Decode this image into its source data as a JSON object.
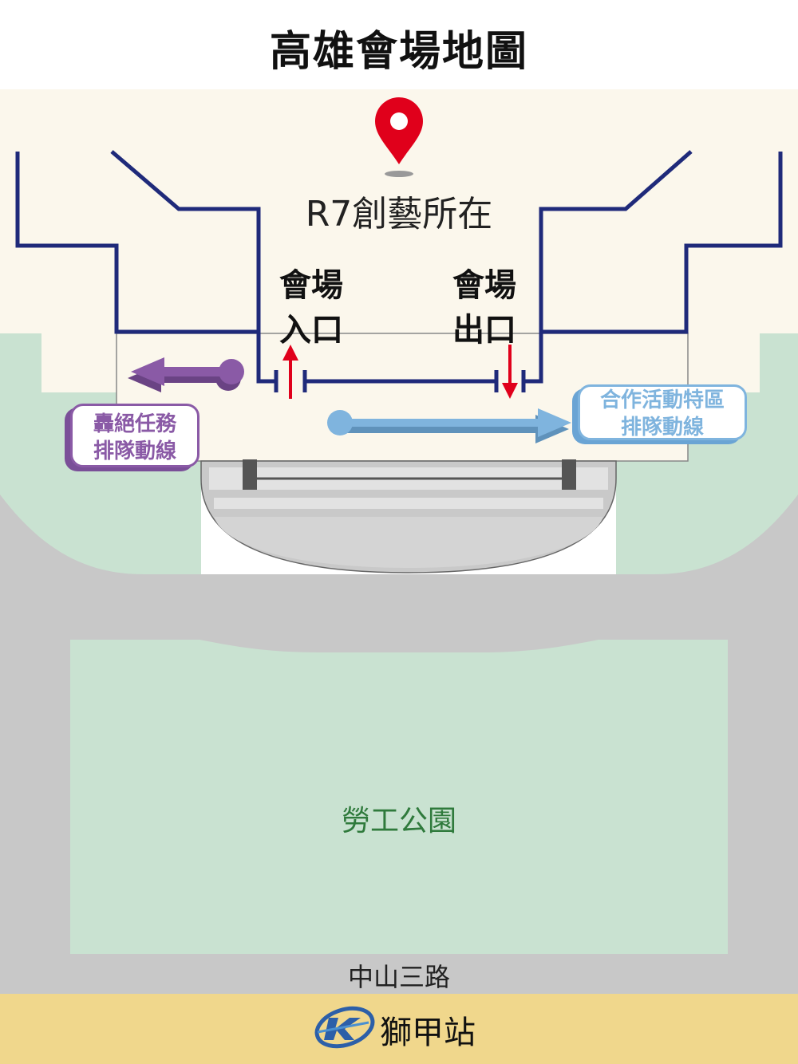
{
  "title": "高雄會場地圖",
  "venue": {
    "name": "R7創藝所在",
    "pin_icon": "location-pin-icon",
    "pin_color": "#e0001b"
  },
  "entrance": {
    "line1": "會場",
    "line2": "入口",
    "arrow_color": "#e0001b"
  },
  "exit": {
    "line1": "會場",
    "line2": "出口",
    "arrow_color": "#e0001b"
  },
  "queues": {
    "purple": {
      "line1": "轟絕任務",
      "line2": "排隊動線",
      "color": "#8a5aa6"
    },
    "blue": {
      "line1": "合作活動特區",
      "line2": "排隊動線",
      "color": "#7fb4de"
    }
  },
  "park": {
    "name": "勞工公園",
    "color": "#c9e2d1"
  },
  "road": {
    "name": "中山三路",
    "color": "#c8c8c8"
  },
  "station": {
    "name": "獅甲站",
    "icon": "metro-k-logo-icon",
    "color": "#f0d78c"
  },
  "colors": {
    "building_outline": "#1f2a7a",
    "plaza": "#fbf7ec"
  }
}
